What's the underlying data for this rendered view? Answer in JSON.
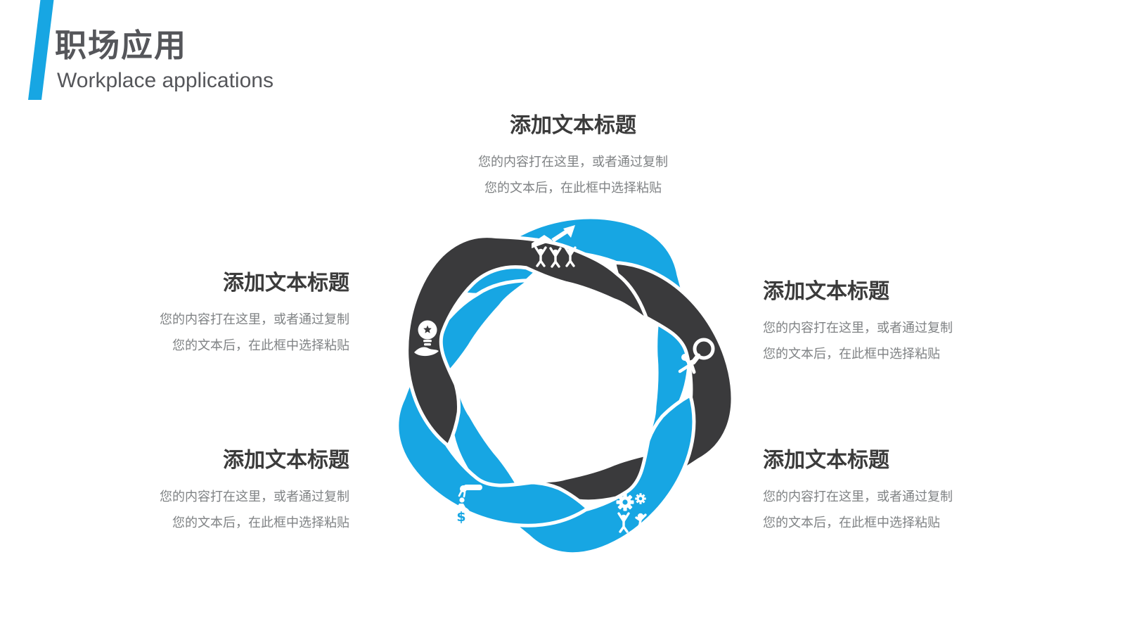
{
  "slide": {
    "title": "职场应用",
    "subtitle": "Workplace applications",
    "accent_color": "#17A6E3",
    "dark_color": "#3A3A3C"
  },
  "blocks": {
    "top": {
      "title": "添加文本标题",
      "line1": "您的内容打在这里，或者通过复制",
      "line2": "您的文本后，在此框中选择粘贴"
    },
    "left_top": {
      "title": "添加文本标题",
      "line1": "您的内容打在这里，或者通过复制",
      "line2": "您的文本后，在此框中选择粘贴"
    },
    "left_bottom": {
      "title": "添加文本标题",
      "line1": "您的内容打在这里，或者通过复制",
      "line2": "您的文本后，在此框中选择粘贴"
    },
    "right_top": {
      "title": "添加文本标题",
      "line1": "您的内容打在这里，或者通过复制",
      "line2": "您的文本后，在此框中选择粘贴"
    },
    "right_bottom": {
      "title": "添加文本标题",
      "line1": "您的内容打在这里，或者通过复制",
      "line2": "您的文本后，在此框中选择粘贴"
    }
  },
  "diagram": {
    "shape": "five-petal-pinwheel",
    "petals": [
      {
        "position": "top",
        "color": "#17A6E3",
        "icon": "team-growth-icon"
      },
      {
        "position": "right",
        "color": "#3A3A3C",
        "icon": "research-magnifier-icon"
      },
      {
        "position": "bottom-right",
        "color": "#17A6E3",
        "icon": "teamwork-gears-icon"
      },
      {
        "position": "bottom-left",
        "color": "#17A6E3",
        "icon": "investment-moneybag-icon"
      },
      {
        "position": "left",
        "color": "#3A3A3C",
        "icon": "idea-bulb-icon"
      }
    ],
    "currency_symbol": "$"
  }
}
